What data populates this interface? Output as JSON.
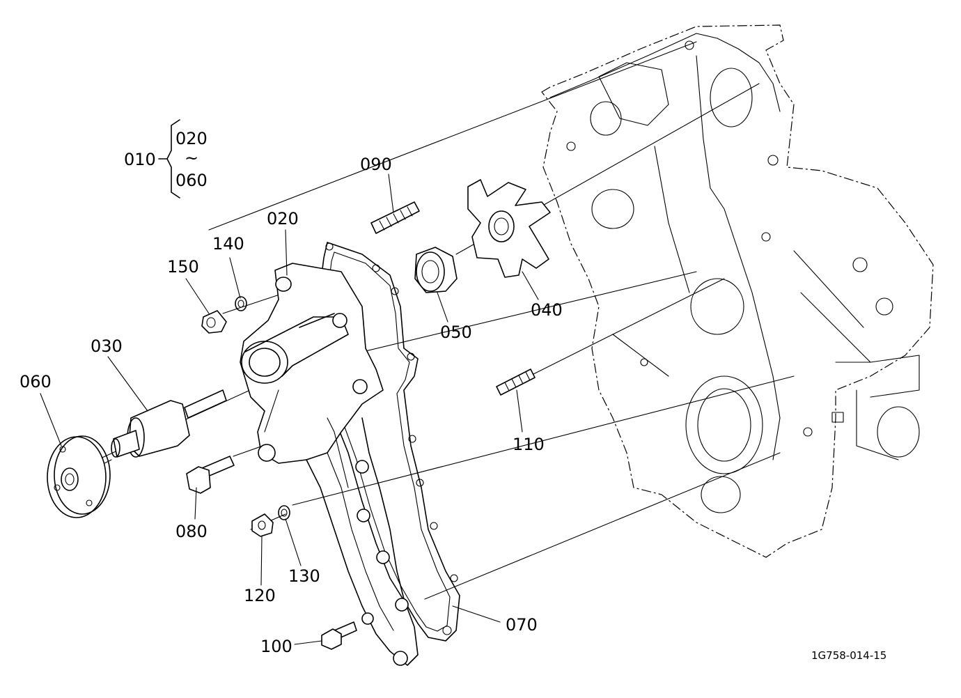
{
  "assembly": {
    "number": "010",
    "range_start": "020",
    "range_tilde": "~",
    "range_end": "060"
  },
  "parts": [
    {
      "id": "p090",
      "number": "090"
    },
    {
      "id": "p020",
      "number": "020"
    },
    {
      "id": "p140",
      "number": "140"
    },
    {
      "id": "p150",
      "number": "150"
    },
    {
      "id": "p050",
      "number": "050"
    },
    {
      "id": "p040",
      "number": "040"
    },
    {
      "id": "p030",
      "number": "030"
    },
    {
      "id": "p060",
      "number": "060"
    },
    {
      "id": "p110",
      "number": "110"
    },
    {
      "id": "p080",
      "number": "080"
    },
    {
      "id": "p120",
      "number": "120"
    },
    {
      "id": "p130",
      "number": "130"
    },
    {
      "id": "p070",
      "number": "070"
    },
    {
      "id": "p100",
      "number": "100"
    }
  ],
  "drawing_id": "1G758-014-15"
}
